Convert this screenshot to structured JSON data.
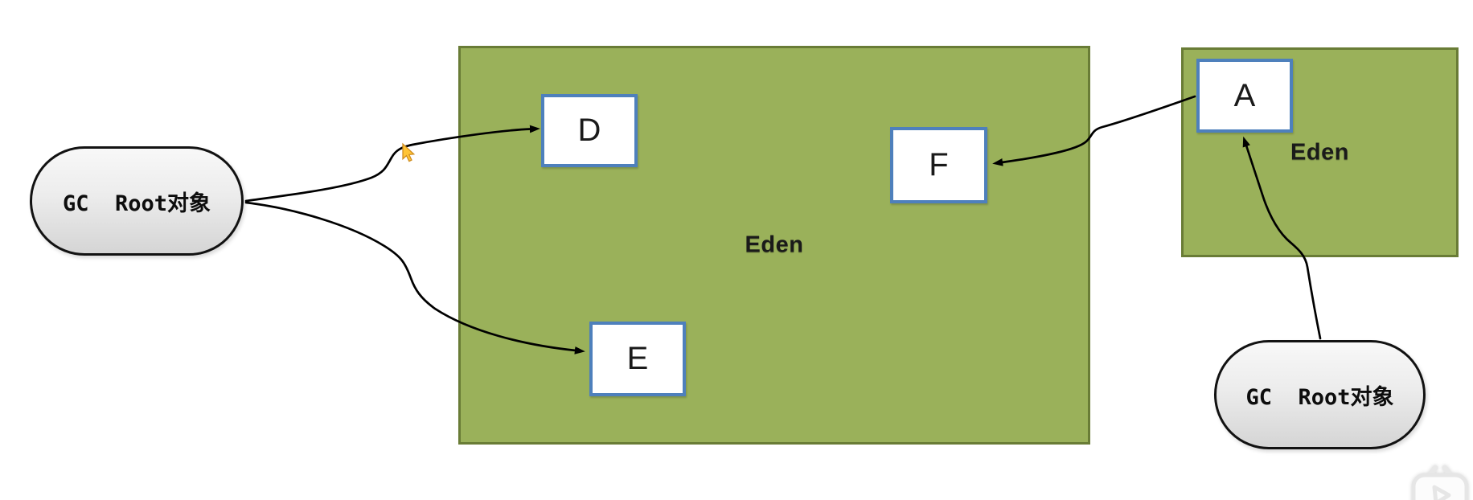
{
  "regions": {
    "eden_main": {
      "label": "Eden"
    },
    "eden_right": {
      "label": "Eden"
    }
  },
  "roots": {
    "left": {
      "label": "GC  Root对象"
    },
    "right": {
      "label": "GC  Root对象"
    }
  },
  "objects": {
    "d": {
      "label": "D"
    },
    "e": {
      "label": "E"
    },
    "f": {
      "label": "F"
    },
    "a": {
      "label": "A"
    }
  },
  "connections": [
    {
      "from": "gc-root-left",
      "to": "D",
      "style": "curved-arrow"
    },
    {
      "from": "gc-root-left",
      "to": "E",
      "style": "curved-arrow"
    },
    {
      "from": "A",
      "to": "F",
      "style": "curved-arrow"
    },
    {
      "from": "gc-root-right",
      "to": "A",
      "style": "curved-arrow"
    }
  ],
  "icons": {
    "cursor": "mouse-pointer-icon",
    "watermark": "bilibili-tv-logo"
  },
  "colors": {
    "eden_fill": "#9AB15A",
    "eden_border": "#697C36",
    "node_border": "#4E80BC",
    "node_fill": "#FFFFFF",
    "pill_border": "#121212",
    "arrow": "#000000",
    "cursor_fill": "#FFC435",
    "cursor_stroke": "#CE8B1E",
    "text": "#1A1A1A"
  }
}
